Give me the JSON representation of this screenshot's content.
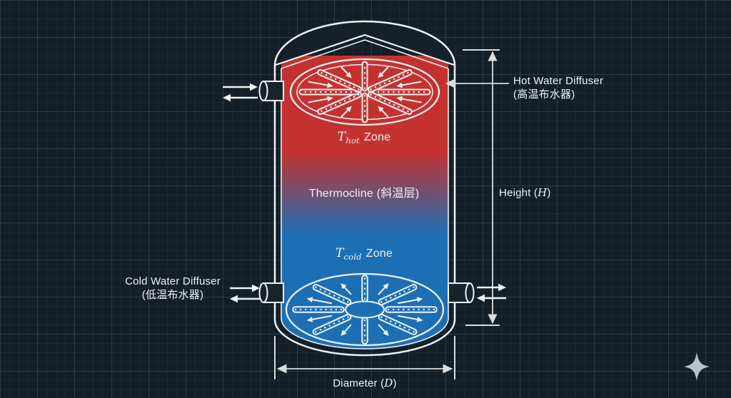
{
  "colors": {
    "background": "#131f28",
    "hot": "#c43230",
    "cold": "#1d6fb4",
    "outline": "#eef2f4",
    "dimension_line": "#d8dde0",
    "sparkle": "#b9c3c9"
  },
  "icons": {
    "sparkle": "four-pointed-star-sparkle"
  },
  "tank": {
    "zones": {
      "hot": {
        "symbol": "T",
        "subscript": "hot",
        "text": "Zone"
      },
      "thermocline": {
        "text": "Thermocline (斜温层)"
      },
      "cold": {
        "symbol": "T",
        "subscript": "cold",
        "text": "Zone"
      }
    }
  },
  "callouts": {
    "hot_diffuser": {
      "line1": "Hot Water Diffuser",
      "line2": "(高温布水器)"
    },
    "cold_diffuser": {
      "line1": "Cold Water Diffuser",
      "line2": "(低温布水器)"
    }
  },
  "dimensions": {
    "height": {
      "prefix": "Height (",
      "symbol": "H",
      "suffix": ")"
    },
    "diameter": {
      "prefix": "Diameter (",
      "symbol": "D",
      "suffix": ")"
    }
  }
}
